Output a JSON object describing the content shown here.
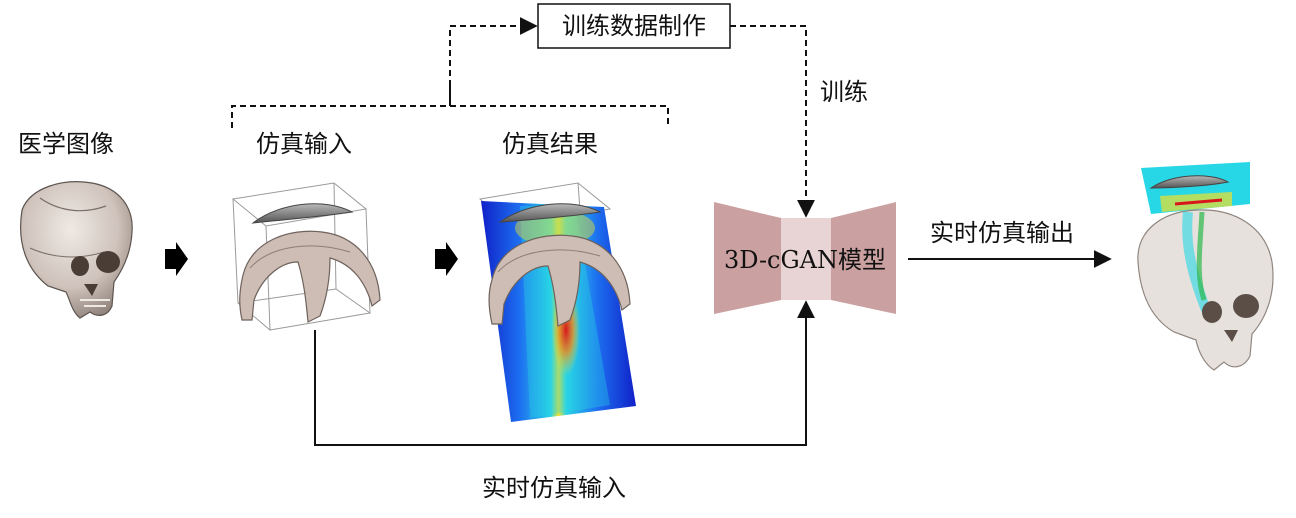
{
  "labels": {
    "medical_image": "医学图像",
    "sim_input": "仿真输入",
    "sim_result": "仿真结果",
    "data_prep": "训练数据制作",
    "train": "训练",
    "model": "3D-cGAN模型",
    "realtime_output": "实时仿真输出",
    "realtime_input": "实时仿真输入"
  },
  "colors": {
    "model_outer": "#caa1a0",
    "model_inner": "#e8d4d4",
    "bone": "#cfc3bc",
    "lens": "#7f7f7f",
    "field_blue": "#1636d8",
    "field_cyan": "#27d7e6",
    "field_red": "#d8161c"
  }
}
